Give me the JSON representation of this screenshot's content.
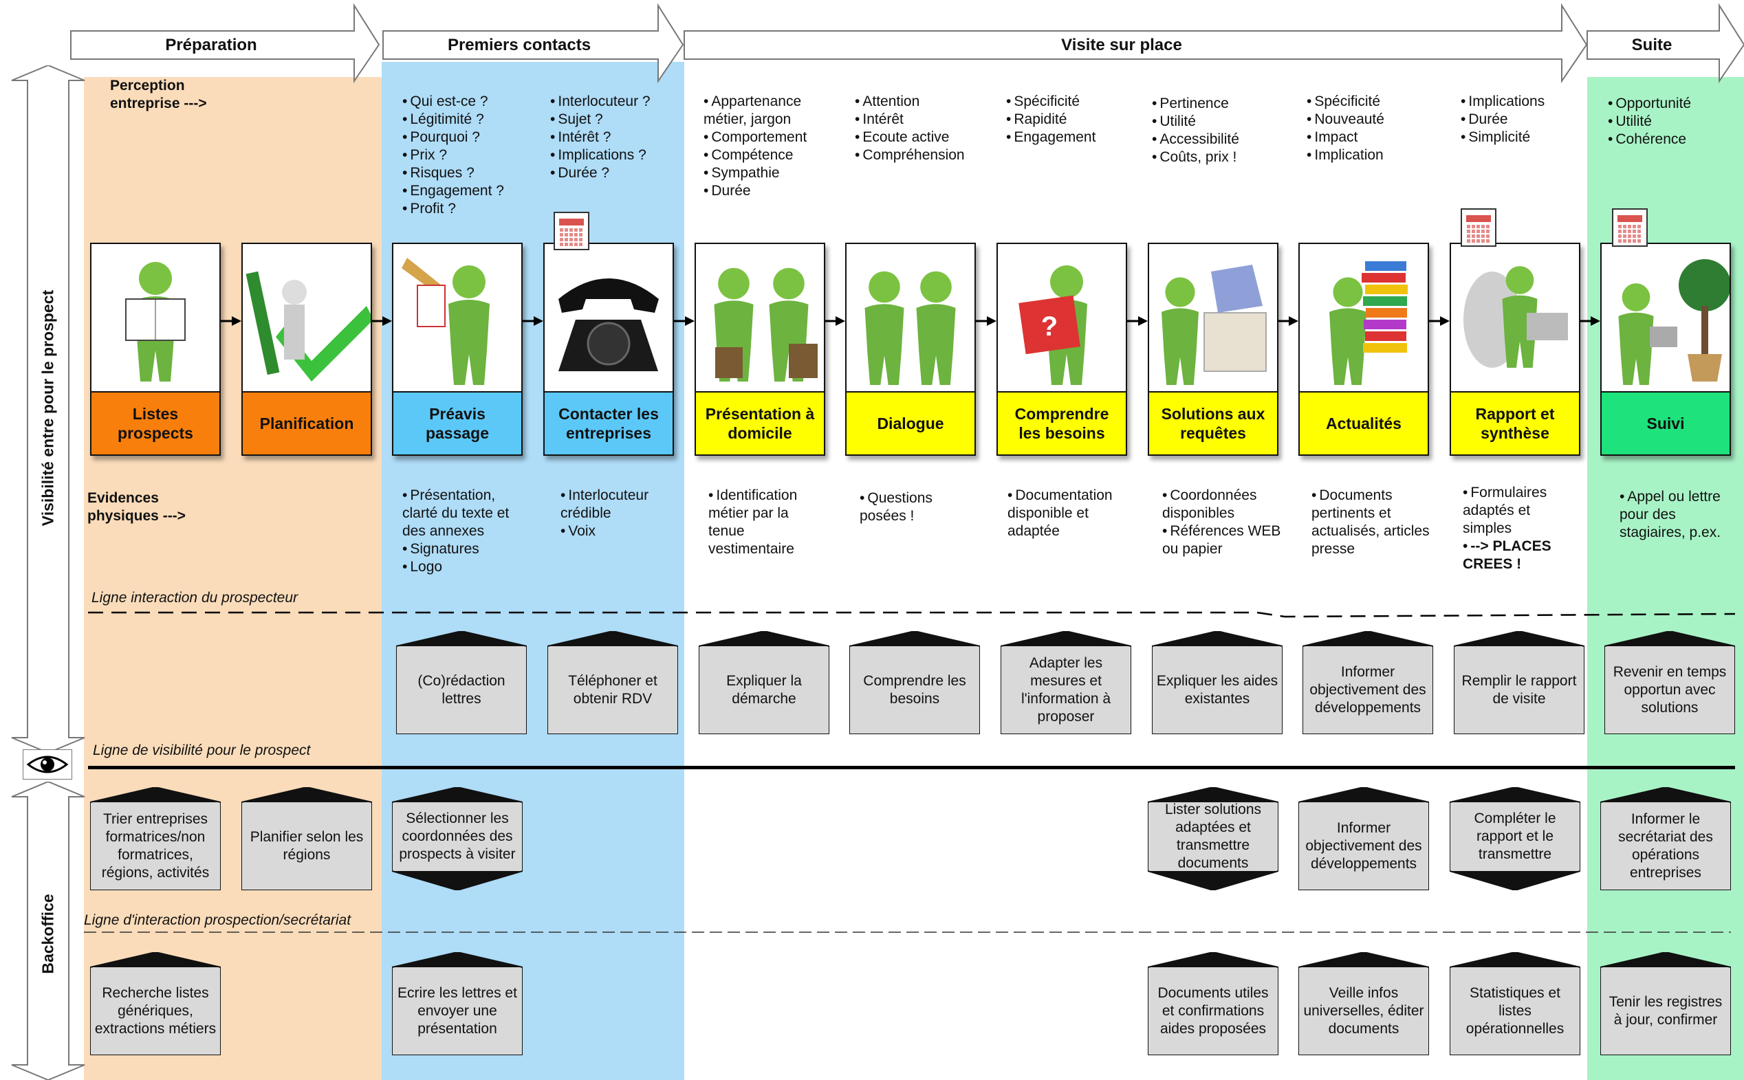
{
  "phases": [
    {
      "id": "preparation",
      "label": "Préparation"
    },
    {
      "id": "premiers",
      "label": "Premiers contacts"
    },
    {
      "id": "visite",
      "label": "Visite sur place"
    },
    {
      "id": "suite",
      "label": "Suite"
    }
  ],
  "colors": {
    "preparation_bg": "#fadcba",
    "premiers_bg": "#afdcf7",
    "suite_bg": "#a8f3c6",
    "orange": "#f97f0c",
    "blue": "#5bc8f8",
    "yellow": "#ffff00",
    "green": "#1ee27b",
    "house_fill": "#d9d9d9"
  },
  "side_labels": {
    "visibility": "Visibilité entre pour le prospect",
    "backoffice": "Backoffice"
  },
  "row_labels": {
    "perception": "Perception entreprise --->",
    "evidences": "Evidences physiques --->"
  },
  "lines": {
    "interaction": "Ligne interaction du prospecteur",
    "visibility": "Ligne de visibilité pour le prospect",
    "secretariat": "Ligne d'interaction prospection/secrétariat"
  },
  "perception": [
    [],
    [],
    [
      "Qui est-ce ?",
      "Légitimité ?",
      "Pourquoi ?",
      "Prix ?",
      "Risques ?",
      "Engagement ?",
      "Profit ?"
    ],
    [
      "Interlocuteur ?",
      "Sujet ?",
      "Intérêt ?",
      "Implications ?",
      "Durée ?"
    ],
    [
      "Appartenance métier, jargon",
      "Comportement",
      "Compétence",
      "Sympathie",
      "Durée"
    ],
    [
      "Attention",
      "Intérêt",
      "Ecoute active",
      "Compréhension"
    ],
    [
      "Spécificité",
      "Rapidité",
      "Engagement"
    ],
    [
      "Pertinence",
      "Utilité",
      "Accessibilité",
      "Coûts, prix !"
    ],
    [
      "Spécificité",
      "Nouveauté",
      "Impact",
      "Implication"
    ],
    [
      "Implications",
      "Durée",
      "Simplicité"
    ],
    [
      "Opportunité",
      "Utilité",
      "Cohérence"
    ]
  ],
  "steps": [
    {
      "label": "Listes prospects",
      "color": "orange",
      "icon": "person-reading-icon"
    },
    {
      "label": "Planification",
      "color": "orange",
      "icon": "pencil-checkmark-icon"
    },
    {
      "label": "Préavis passage",
      "color": "blue",
      "icon": "trumpet-figure-icon"
    },
    {
      "label": "Contacter les entreprises",
      "color": "blue",
      "icon": "telephone-icon"
    },
    {
      "label": "Présentation à domicile",
      "color": "yellow",
      "icon": "handshake-icon"
    },
    {
      "label": "Dialogue",
      "color": "yellow",
      "icon": "two-figures-talking-icon"
    },
    {
      "label": "Comprendre les besoins",
      "color": "yellow",
      "icon": "question-book-icon"
    },
    {
      "label": "Solutions aux requêtes",
      "color": "yellow",
      "icon": "puzzle-box-icon"
    },
    {
      "label": "Actualités",
      "color": "yellow",
      "icon": "book-stack-icon"
    },
    {
      "label": "Rapport et synthèse",
      "color": "yellow",
      "icon": "laptop-chair-icon"
    },
    {
      "label": "Suivi",
      "color": "green",
      "icon": "watering-tree-icon"
    }
  ],
  "evidences": [
    [],
    [],
    [
      "Présentation, clarté du texte et des annexes",
      "Signatures",
      "Logo"
    ],
    [
      "Interlocuteur crédible",
      "Voix"
    ],
    [
      "Identification métier par la tenue vestimentaire"
    ],
    [
      "Questions posées !"
    ],
    [
      "Documentation disponible et adaptée"
    ],
    [
      "Coordonnées disponibles",
      "Références WEB ou papier"
    ],
    [
      "Documents pertinents et actualisés, articles presse"
    ],
    [
      "Formulaires adaptés et simples",
      "--> PLACES CREES !"
    ],
    [
      "Appel ou lettre pour des stagiaires, p.ex."
    ]
  ],
  "frontstage": [
    "",
    "",
    "(Co)rédaction lettres",
    "Téléphoner et obtenir RDV",
    "Expliquer la démarche",
    "Comprendre les besoins",
    "Adapter les mesures et l'information à proposer",
    "Expliquer les aides existantes",
    "Informer objectivement des développements",
    "Remplir le rapport de visite",
    "Revenir en temps opportun avec solutions"
  ],
  "backstage": [
    "Trier entreprises formatrices/non formatrices, régions, activités",
    "Planifier selon les régions",
    "Sélectionner les coordonnées des prospects à visiter",
    "",
    "",
    "",
    "",
    "Lister solutions adaptées et transmettre documents",
    "Informer objectivement des développements",
    "Compléter le rapport et le transmettre",
    "Informer le secrétariat des opérations entreprises"
  ],
  "support": [
    "Recherche listes génériques, extractions métiers",
    "",
    "Ecrire les lettres et envoyer une présentation",
    "",
    "",
    "",
    "",
    "Documents utiles et confirmations aides proposées",
    "Veille infos universelles, éditer documents",
    "Statistiques et listes opérationnelles",
    "Tenir les registres à jour, confirmer"
  ],
  "calendar_icons": [
    "calendar-icon",
    "calendar-icon",
    "calendar-icon"
  ]
}
